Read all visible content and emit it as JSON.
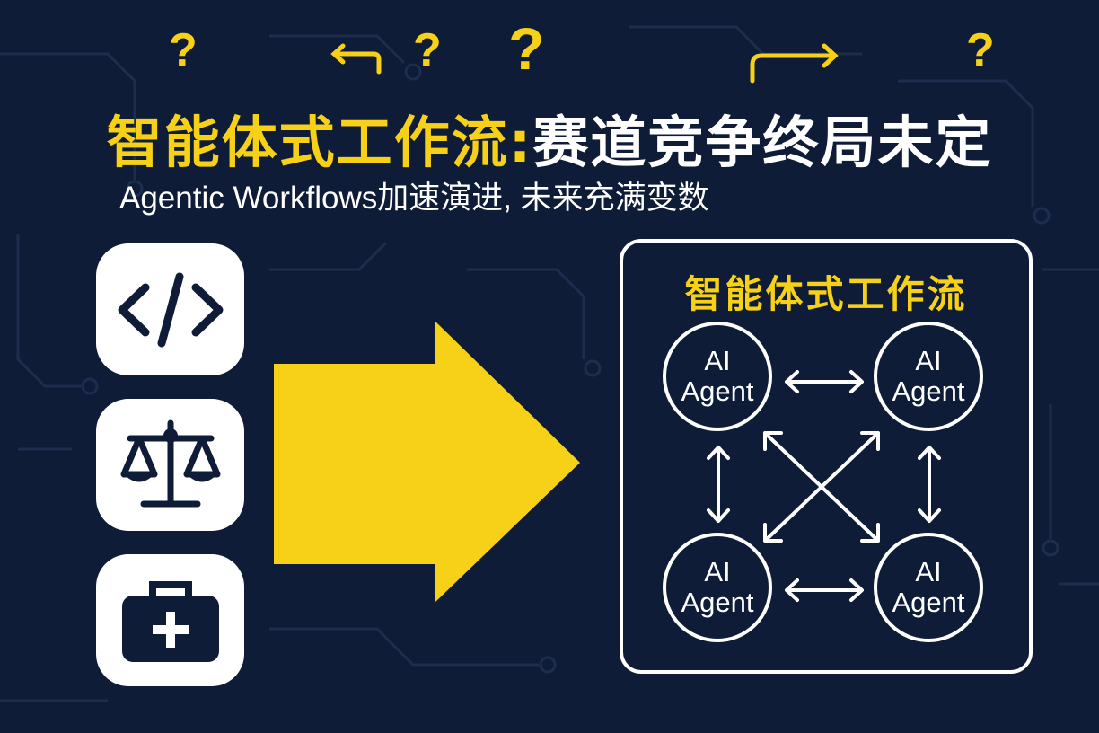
{
  "title": {
    "highlight": "智能体式工作流",
    "separator": ":",
    "rest": "赛道竞争终局未定"
  },
  "subtitle": "Agentic Workflows加速演进, 未来充满变数",
  "decorations": {
    "question_mark": "?"
  },
  "left_icons": [
    "code-icon",
    "scales-icon",
    "medical-kit-icon"
  ],
  "workflow_box": {
    "title": "智能体式工作流",
    "agents": [
      {
        "line1": "AI",
        "line2": "Agent"
      },
      {
        "line1": "AI",
        "line2": "Agent"
      },
      {
        "line1": "AI",
        "line2": "Agent"
      },
      {
        "line1": "AI",
        "line2": "Agent"
      }
    ]
  },
  "colors": {
    "background": "#0e1c38",
    "accent": "#f7d118",
    "foreground": "#ffffff"
  }
}
